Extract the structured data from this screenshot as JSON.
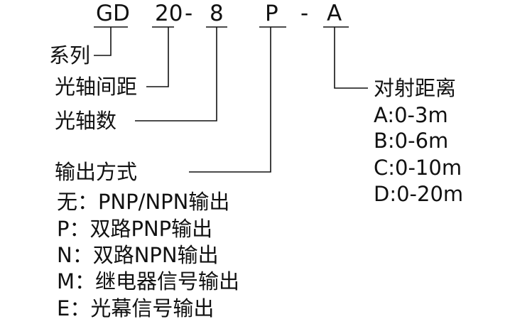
{
  "model_code": {
    "segments": [
      {
        "text": "GD"
      },
      {
        "text": "20"
      },
      {
        "text": "-"
      },
      {
        "text": "8"
      },
      {
        "text": "P"
      },
      {
        "text": "-"
      },
      {
        "text": "A"
      }
    ]
  },
  "labels": {
    "series": "系列",
    "axis_spacing": "光轴间距",
    "axis_count": "光轴数",
    "output_mode": "输出方式",
    "distance": "对射距离"
  },
  "output_options": [
    "无：PNP/NPN输出",
    "P：双路PNP输出",
    "N：双路NPN输出",
    "M：继电器信号输出",
    "E：光幕信号输出"
  ],
  "distance_options": [
    "A:0-3m",
    "B:0-6m",
    "C:0-10m",
    "D:0-20m"
  ],
  "colors": {
    "text": "#111111",
    "line": "#111111",
    "background": "#ffffff"
  }
}
